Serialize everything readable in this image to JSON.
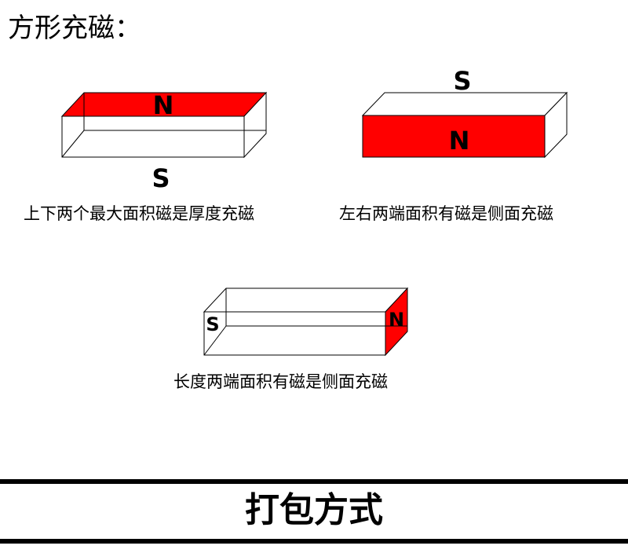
{
  "title": "方形充磁：",
  "diagrams": [
    {
      "caption": "上下两个最大面积磁是厚度充磁",
      "north_label": "N",
      "south_label": "S"
    },
    {
      "caption": "左右两端面积有磁是侧面充磁",
      "north_label": "N",
      "south_label": "S"
    },
    {
      "caption": "长度两端面积有磁是侧面充磁",
      "north_label": "N",
      "south_label": "S"
    }
  ],
  "colors": {
    "magnet_face": "#ff0000",
    "edge": "#000000"
  },
  "footer": {
    "title": "打包方式"
  }
}
